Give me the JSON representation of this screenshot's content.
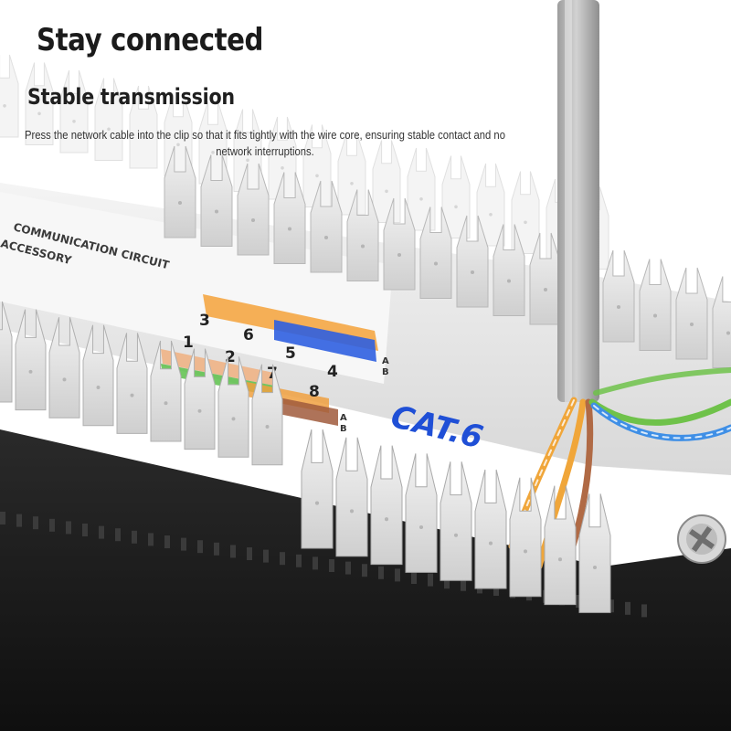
{
  "heading": {
    "title": "Stay connected",
    "subtitle": "Stable transmission",
    "description": "Press the network cable into the clip so that it fits tightly with the wire core, ensuring stable contact and no network interruptions."
  },
  "product": {
    "label_line1": "COMMUNICATION CIRCUIT",
    "label_line2": "ACCESSORY",
    "category_badge": "CAT.6",
    "pin_numbers_top": [
      "3",
      "6",
      "5",
      "4"
    ],
    "pin_numbers_bottom": [
      "1",
      "2",
      "7",
      "8"
    ],
    "standard_a": "A",
    "standard_b": "B",
    "colors": {
      "housing": "#e6e6e6",
      "base": "#1c1c1c",
      "badge_blue": "#1f4fd6",
      "cable_jacket": "#b9b9b9",
      "wire_orange": "#f0a63a",
      "wire_green": "#6fc24a",
      "wire_blue": "#3f8fe6",
      "wire_brown": "#b06a45"
    }
  }
}
